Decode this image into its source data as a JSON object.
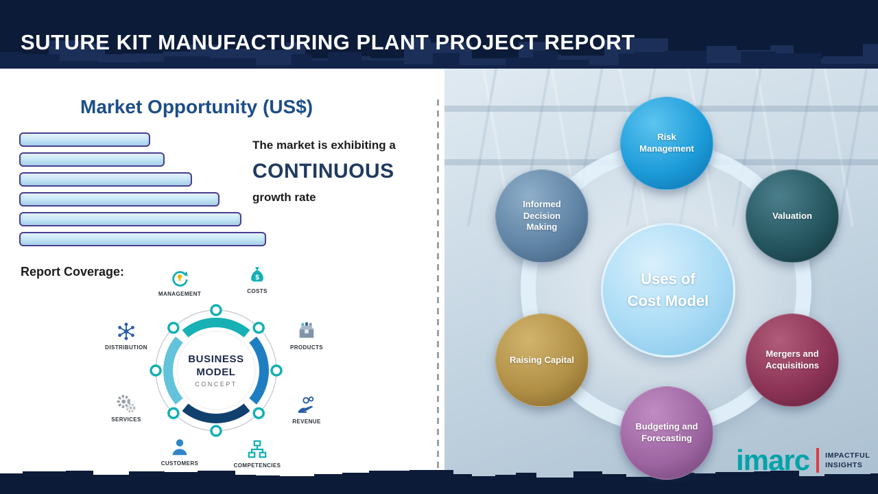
{
  "header": {
    "title": "SUTURE KIT MANUFACTURING PLANT PROJECT REPORT"
  },
  "left": {
    "section_title": "Market Opportunity (US$)",
    "growth_line1": "The market is exhibiting a",
    "growth_line2": "CONTINUOUS",
    "growth_line3": "growth rate",
    "report_coverage_label": "Report Coverage:",
    "business_model": {
      "center_line1": "BUSINESS",
      "center_line2": "MODEL",
      "center_line3": "CONCEPT",
      "items": [
        {
          "label": "MANAGEMENT",
          "icon": "recycle-idea-icon"
        },
        {
          "label": "COSTS",
          "icon": "money-bag-icon"
        },
        {
          "label": "DISTRIBUTION",
          "icon": "network-icon"
        },
        {
          "label": "PRODUCTS",
          "icon": "product-box-icon"
        },
        {
          "label": "SERVICES",
          "icon": "gears-icon"
        },
        {
          "label": "REVENUE",
          "icon": "hand-coins-icon"
        },
        {
          "label": "CUSTOMERS",
          "icon": "person-icon"
        },
        {
          "label": "COMPETENCIES",
          "icon": "org-chart-icon"
        }
      ]
    }
  },
  "chart_data": {
    "type": "bar",
    "orientation": "horizontal",
    "title": "Market Opportunity (US$)",
    "categories": [
      "",
      "",
      "",
      "",
      "",
      ""
    ],
    "values": [
      53,
      59,
      70,
      81,
      90,
      100
    ],
    "xlabel": "",
    "ylabel": "",
    "note": "Stylized bars with no axis or data labels; values are relative bar lengths, longest bar = 100."
  },
  "right": {
    "center_line1": "Uses of",
    "center_line2": "Cost Model",
    "center_colors": {
      "light": "#d9f0fc",
      "base": "#a9dbf5",
      "dark": "#7fc2e8"
    },
    "nodes": [
      {
        "label": "Risk Management",
        "color": "#1b9ad8",
        "color_light": "#5cc4f0",
        "color_dark": "#0d6ca6"
      },
      {
        "label": "Valuation",
        "color": "#24555f",
        "color_light": "#4b7f8b",
        "color_dark": "#122f36"
      },
      {
        "label": "Mergers and Acquisitions",
        "color": "#8c3355",
        "color_light": "#b05c7a",
        "color_dark": "#5c1f38"
      },
      {
        "label": "Budgeting and Forecasting",
        "color": "#9c64a0",
        "color_light": "#c08cc2",
        "color_dark": "#6a3e70"
      },
      {
        "label": "Raising Capital",
        "color": "#b08f45",
        "color_light": "#d2b46d",
        "color_dark": "#7a5f28"
      },
      {
        "label": "Informed Decision Making",
        "color": "#5f83a5",
        "color_light": "#8fafc9",
        "color_dark": "#3d5a78"
      }
    ]
  },
  "logo": {
    "brand": "imarc",
    "tagline_line1": "IMPACTFUL",
    "tagline_line2": "INSIGHTS"
  },
  "colors": {
    "header_navy": "#0c1b38",
    "skyline_light": "#1b2f58",
    "skyline_mid": "#12244a",
    "accent_teal": "#14b0b4",
    "title_blue": "#1d4e89",
    "continuous_navy": "#203a60",
    "bar_fill": "#bfe4f5",
    "bar_border": "#4a3e8f",
    "divider_gray": "#9aa0a6",
    "text_dark": "#1c1c1e",
    "label_dark": "#2a2f36",
    "logo_teal": "#00a3a9",
    "logo_red": "#e23a40",
    "center_circle_text": "#ffffff"
  }
}
